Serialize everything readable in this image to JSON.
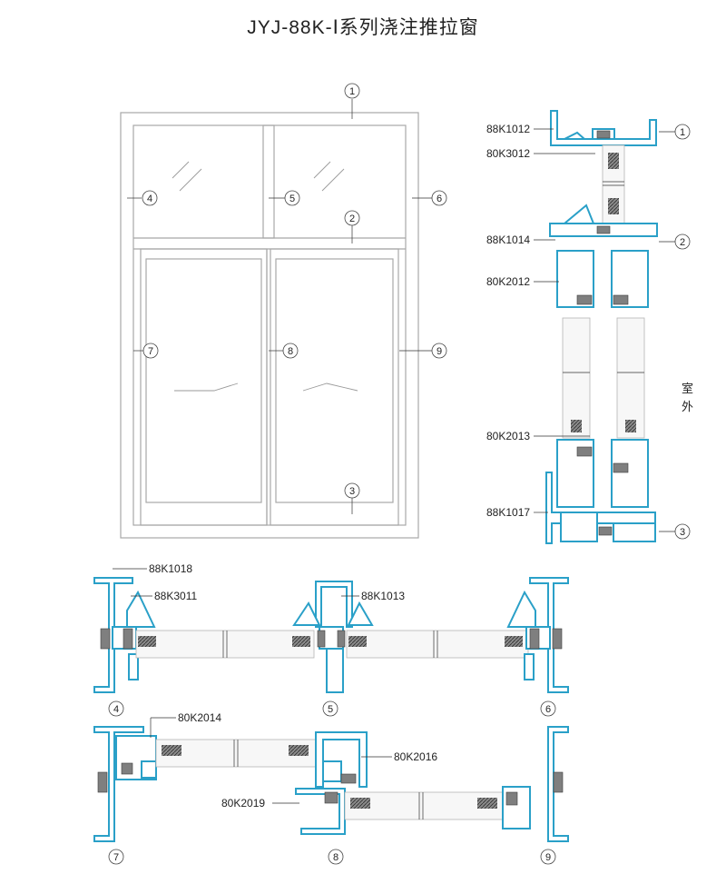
{
  "title": "JYJ-88K-Ⅰ系列浇注推拉窗",
  "outside_label": [
    "室",
    "外"
  ],
  "elevation_markers": [
    {
      "id": "1",
      "label": "①"
    },
    {
      "id": "2",
      "label": "②"
    },
    {
      "id": "3",
      "label": "③"
    },
    {
      "id": "4",
      "label": "④"
    },
    {
      "id": "5",
      "label": "⑤"
    },
    {
      "id": "6",
      "label": "⑥"
    },
    {
      "id": "7",
      "label": "⑦"
    },
    {
      "id": "8",
      "label": "⑧"
    },
    {
      "id": "9",
      "label": "⑨"
    }
  ],
  "vertical_section": {
    "part_labels": [
      "88K1012",
      "80K3012",
      "88K1014",
      "80K2012",
      "80K2013",
      "88K1017"
    ],
    "markers": [
      "①",
      "②",
      "③"
    ]
  },
  "fixed_sections": {
    "part_labels": [
      "88K1018",
      "88K3011",
      "88K1013"
    ],
    "markers": [
      "④",
      "⑤",
      "⑥"
    ]
  },
  "sliding_sections": {
    "part_labels": [
      "80K2014",
      "80K2016",
      "80K2019"
    ],
    "markers": [
      "⑦",
      "⑧",
      "⑨"
    ]
  },
  "colors": {
    "profile": "#2aa0c8",
    "seal": "#7f7f7f",
    "frame_line": "#a8a8a8",
    "text": "#222222"
  }
}
